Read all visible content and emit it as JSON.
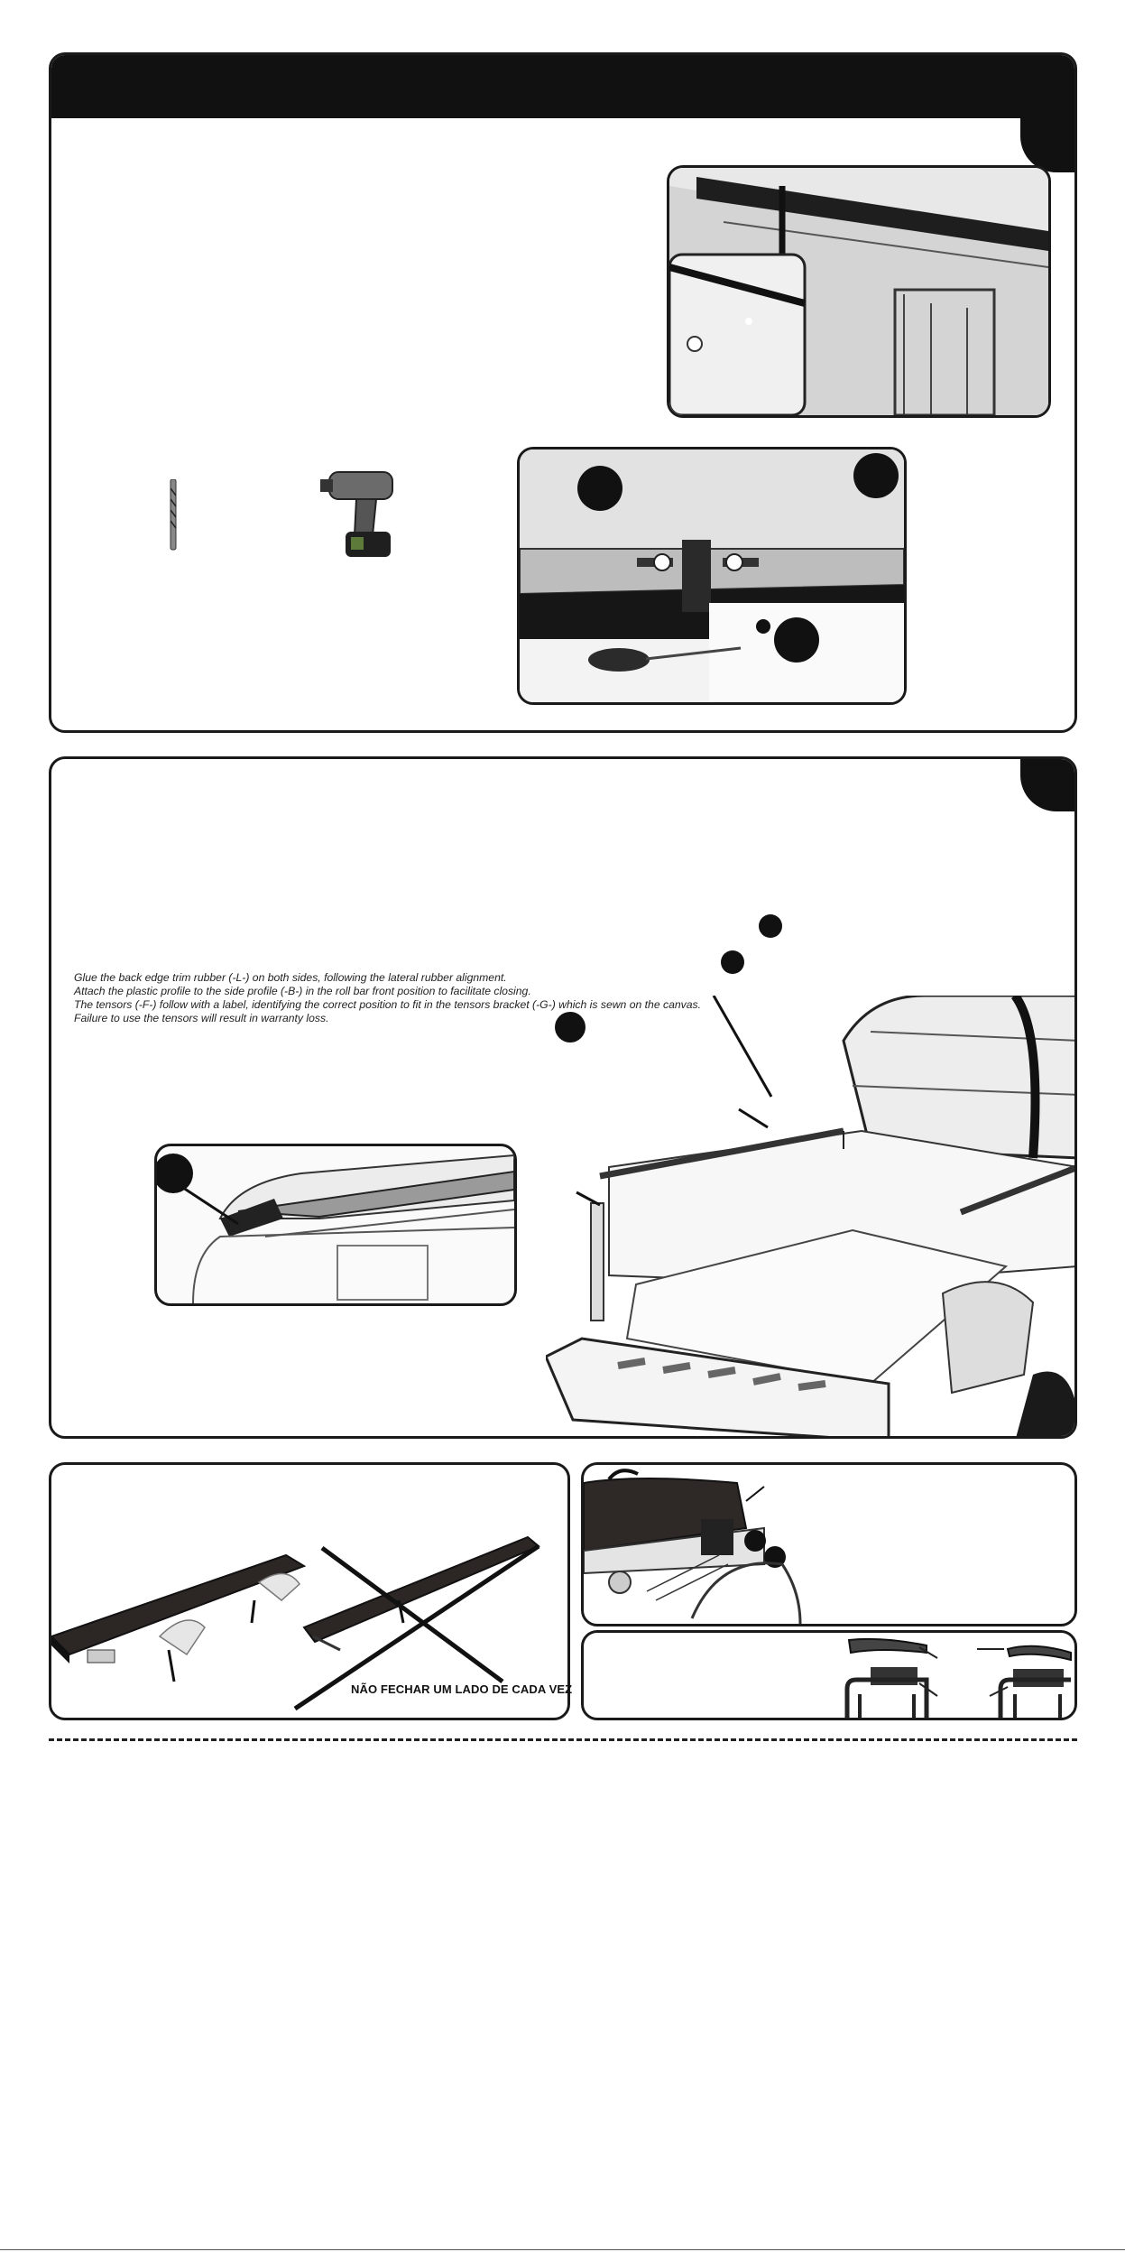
{
  "step2": {
    "instructions": [
      "Glue the back edge trim rubber (-L-) on both sides, following the lateral rubber alignment.",
      "Attach the plastic profile to the side profile (-B-) in the roll bar front position to facilitate closing.",
      "The tensors (-F-) follow with a label, identifying the correct position to fit in the tensors bracket (-G-) which is sewn on the canvas.",
      "Failure to use the tensors  will result in warranty loss."
    ]
  },
  "step3": {
    "warning": "NÃO FECHAR UM LADO DE CADA VEZ"
  }
}
